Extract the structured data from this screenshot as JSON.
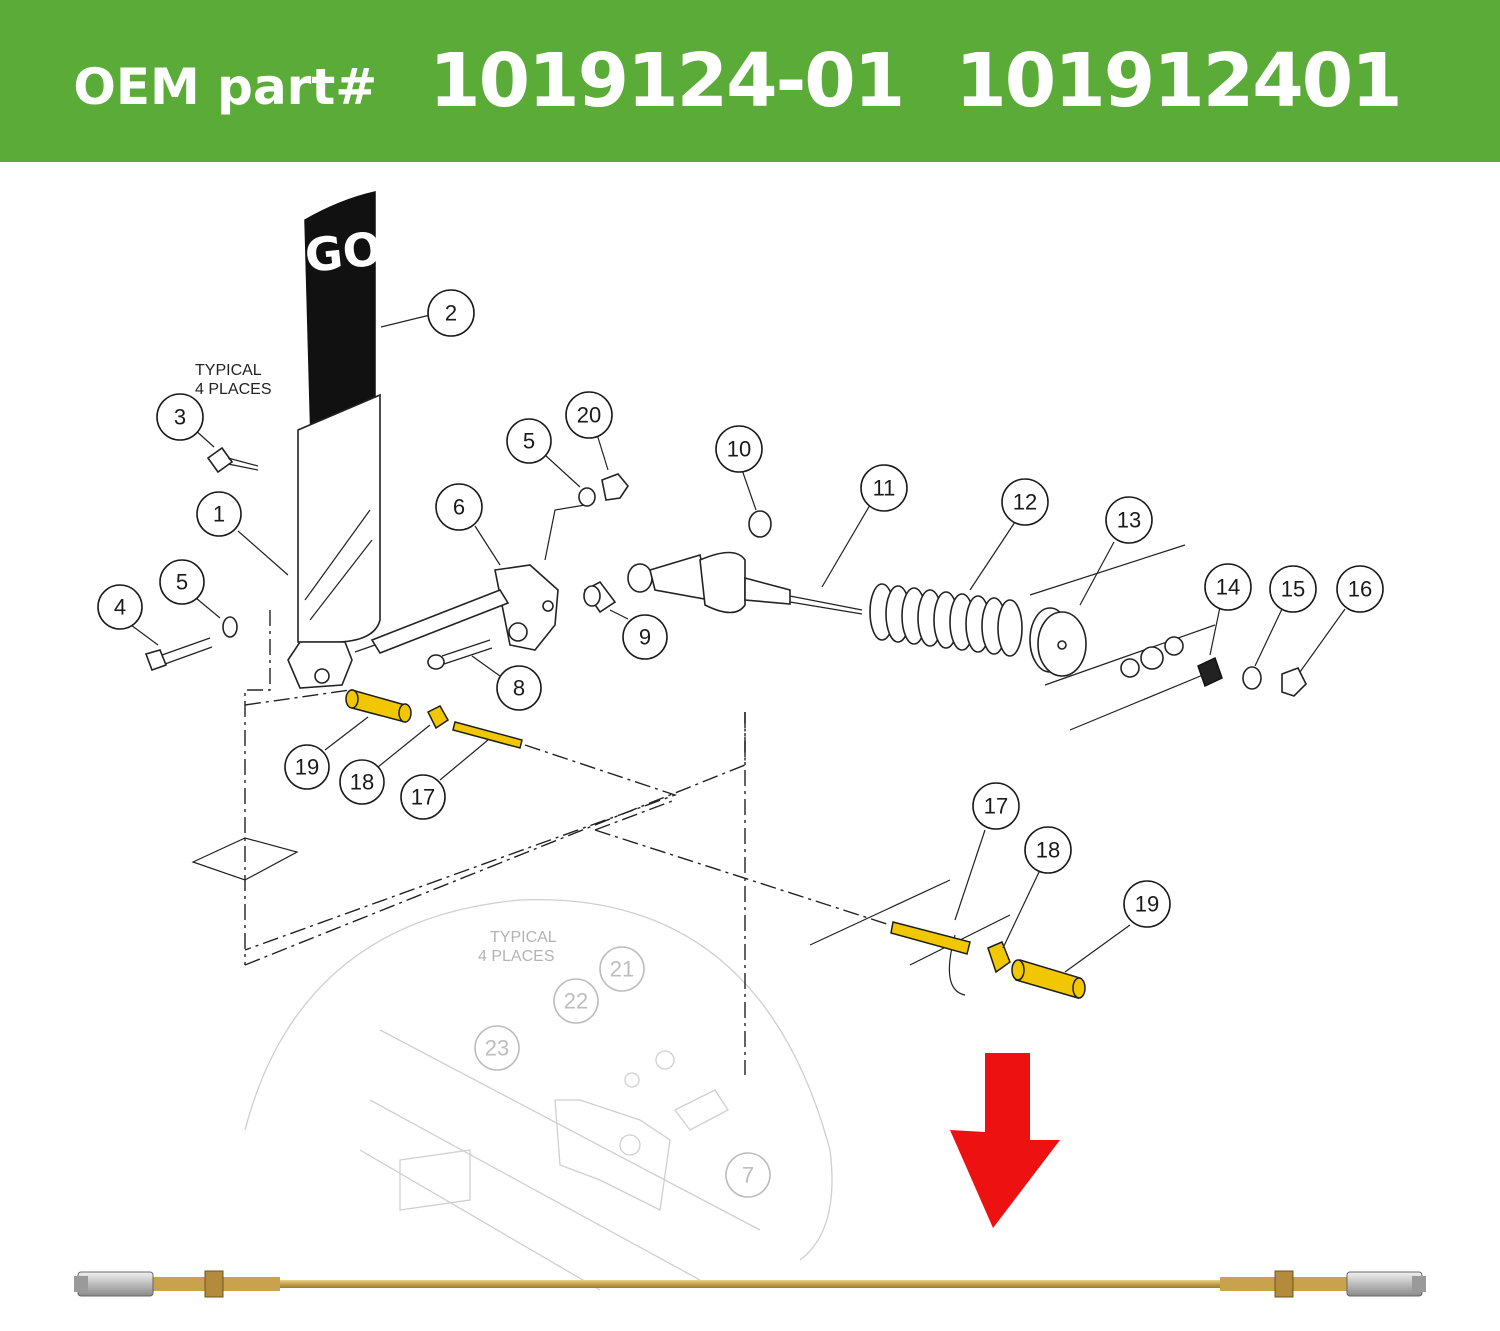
{
  "header": {
    "label": "OEM part#",
    "part_numbers": [
      "1019124-01",
      "101912401"
    ],
    "background": "#5aab37"
  },
  "diagram": {
    "pedal_text": "GO",
    "notes": [
      {
        "line1": "TYPICAL",
        "line2": "4 PLACES"
      },
      {
        "line1": "TYPICAL",
        "line2": "4 PLACES"
      }
    ],
    "callouts": [
      "1",
      "2",
      "3",
      "4",
      "5",
      "5",
      "6",
      "8",
      "9",
      "10",
      "11",
      "12",
      "13",
      "14",
      "15",
      "16",
      "17",
      "18",
      "19",
      "20",
      "17",
      "18",
      "19",
      "21",
      "22",
      "23",
      "7"
    ],
    "highlight_color": "#f0c700",
    "arrow_color": "#ee1111",
    "arrow_icon": "arrow-down-icon"
  }
}
